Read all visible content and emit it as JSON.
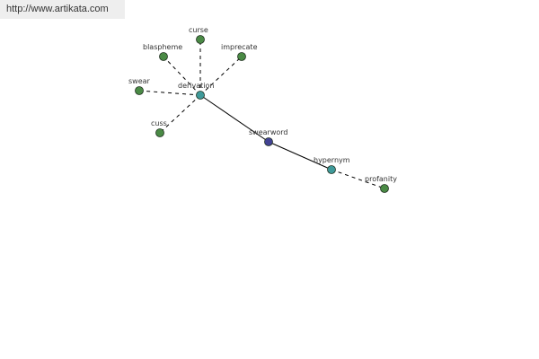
{
  "source": {
    "url_text": "http://www.artikata.com"
  },
  "colors": {
    "banner_bg": "#eeeeee",
    "edge": "#000000",
    "leaf_node": "#4a8a45",
    "relation_node": "#3f9a9a",
    "root_node": "#424293",
    "node_stroke": "#1f2f1f",
    "label": "#333333"
  },
  "graph": {
    "root": {
      "id": "swearword",
      "label": "swearword",
      "kind": "root"
    },
    "relations": [
      {
        "id": "derivation",
        "label": "derivation",
        "kind": "relation"
      },
      {
        "id": "hypernym",
        "label": "hypernym",
        "kind": "relation"
      }
    ],
    "leaves": [
      {
        "id": "curse",
        "label": "curse",
        "parent": "derivation",
        "kind": "leaf"
      },
      {
        "id": "blaspheme",
        "label": "blaspheme",
        "parent": "derivation",
        "kind": "leaf"
      },
      {
        "id": "imprecate",
        "label": "imprecate",
        "parent": "derivation",
        "kind": "leaf"
      },
      {
        "id": "swear",
        "label": "swear",
        "parent": "derivation",
        "kind": "leaf"
      },
      {
        "id": "cuss",
        "label": "cuss",
        "parent": "derivation",
        "kind": "leaf"
      },
      {
        "id": "profanity",
        "label": "profanity",
        "parent": "hypernym",
        "kind": "leaf"
      }
    ],
    "edges": [
      {
        "from": "swearword",
        "to": "derivation",
        "style": "solid"
      },
      {
        "from": "swearword",
        "to": "hypernym",
        "style": "solid"
      },
      {
        "from": "derivation",
        "to": "curse",
        "style": "dashed"
      },
      {
        "from": "derivation",
        "to": "blaspheme",
        "style": "dashed"
      },
      {
        "from": "derivation",
        "to": "imprecate",
        "style": "dashed"
      },
      {
        "from": "derivation",
        "to": "swear",
        "style": "dashed"
      },
      {
        "from": "derivation",
        "to": "cuss",
        "style": "dashed"
      },
      {
        "from": "hypernym",
        "to": "profanity",
        "style": "dashed"
      }
    ]
  }
}
